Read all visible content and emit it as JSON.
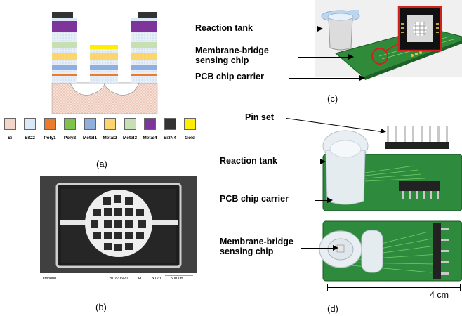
{
  "panel_a": {
    "label": "(a)",
    "legend": [
      {
        "name": "Si",
        "color": "#f3d6c9"
      },
      {
        "name": "SiO2",
        "color": "#dbe8f5"
      },
      {
        "name": "Poly1",
        "color": "#ea7a2c"
      },
      {
        "name": "Poly2",
        "color": "#7fc44a"
      },
      {
        "name": "Metal1",
        "color": "#8fb0de"
      },
      {
        "name": "Metal2",
        "color": "#fcd66d"
      },
      {
        "name": "Metal3",
        "color": "#c6e0b4"
      },
      {
        "name": "Metal4",
        "color": "#7e349b"
      },
      {
        "name": "Si3N4",
        "color": "#333333"
      },
      {
        "name": "Gold",
        "color": "#ffee00"
      }
    ]
  },
  "panel_b": {
    "label": "(b)",
    "sem_info": {
      "instrument": "TM3000",
      "date": "2018/05/21",
      "mode": "H",
      "magnification": "x120",
      "scale": "500 um"
    }
  },
  "panel_c": {
    "label": "(c)",
    "annotations": [
      "Reaction tank",
      "Membrane-bridge sensing chip",
      "PCB chip carrier"
    ]
  },
  "panel_d": {
    "label": "(d)",
    "annotations": [
      "Pin set",
      "Reaction tank",
      "PCB chip carrier",
      "Membrane-bridge sensing chip"
    ],
    "scale_bar": "4 cm"
  },
  "colors": {
    "pcb_green": "#2f8a3a",
    "sem_bg": "#3a3a3a",
    "highlight_red": "#d0211f"
  }
}
